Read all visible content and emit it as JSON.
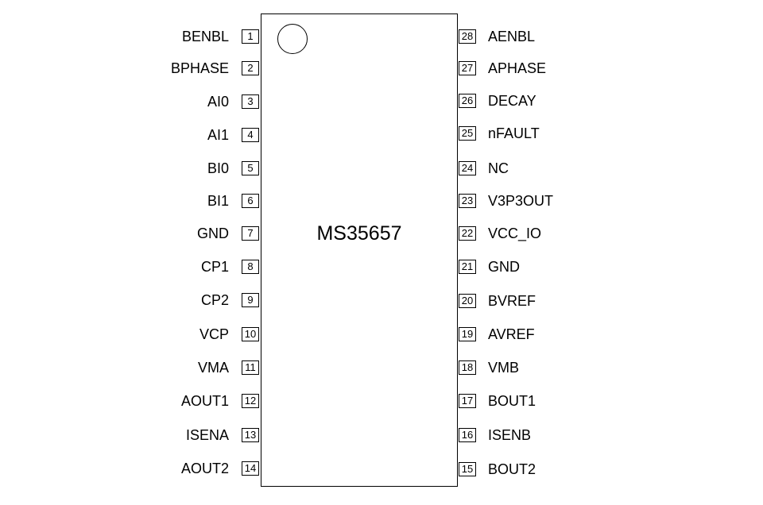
{
  "part_number": "MS35657",
  "left_pins": [
    {
      "num": "1",
      "name": "BENBL"
    },
    {
      "num": "2",
      "name": "BPHASE"
    },
    {
      "num": "3",
      "name": "AI0"
    },
    {
      "num": "4",
      "name": "AI1"
    },
    {
      "num": "5",
      "name": "BI0"
    },
    {
      "num": "6",
      "name": "BI1"
    },
    {
      "num": "7",
      "name": "GND"
    },
    {
      "num": "8",
      "name": "CP1"
    },
    {
      "num": "9",
      "name": "CP2"
    },
    {
      "num": "10",
      "name": "VCP"
    },
    {
      "num": "11",
      "name": "VMA"
    },
    {
      "num": "12",
      "name": "AOUT1"
    },
    {
      "num": "13",
      "name": "ISENA"
    },
    {
      "num": "14",
      "name": "AOUT2"
    }
  ],
  "right_pins": [
    {
      "num": "28",
      "name": "AENBL"
    },
    {
      "num": "27",
      "name": "APHASE"
    },
    {
      "num": "26",
      "name": "DECAY"
    },
    {
      "num": "25",
      "name": "nFAULT"
    },
    {
      "num": "24",
      "name": "NC"
    },
    {
      "num": "23",
      "name": "V3P3OUT"
    },
    {
      "num": "22",
      "name": "VCC_IO"
    },
    {
      "num": "21",
      "name": "GND"
    },
    {
      "num": "20",
      "name": "BVREF"
    },
    {
      "num": "19",
      "name": "AVREF"
    },
    {
      "num": "18",
      "name": "VMB"
    },
    {
      "num": "17",
      "name": "BOUT1"
    },
    {
      "num": "16",
      "name": "ISENB"
    },
    {
      "num": "15",
      "name": "BOUT2"
    }
  ]
}
